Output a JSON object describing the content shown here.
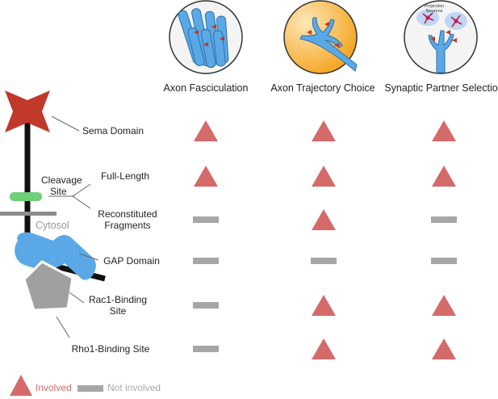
{
  "columns": [
    "Axon Fasciculation",
    "Axon Trajectory Choice",
    "Synaptic Partner Selection"
  ],
  "protein": {
    "cleavage_label": [
      "Cleavage",
      "Site"
    ],
    "cytosol_label": "Cytosol"
  },
  "rows": [
    {
      "label": [
        "Sema Domain"
      ],
      "marks": [
        "involved",
        "involved",
        "involved"
      ]
    },
    {
      "label": [
        "Full-Length"
      ],
      "marks": [
        "involved",
        "involved",
        "involved"
      ]
    },
    {
      "label": [
        "Reconstituted",
        "Fragments"
      ],
      "marks": [
        "not",
        "involved",
        "not"
      ]
    },
    {
      "label": [
        "GAP Domain"
      ],
      "marks": [
        "not",
        "not",
        "not"
      ]
    },
    {
      "label": [
        "Rac1-Binding",
        "Site"
      ],
      "marks": [
        "not",
        "involved",
        "involved"
      ]
    },
    {
      "label": [
        "Rho1-Binding Site"
      ],
      "marks": [
        "not",
        "involved",
        "involved"
      ]
    }
  ],
  "icon_text": {
    "projection_neurons": [
      "Projection",
      "Neurons"
    ]
  },
  "legend": {
    "involved": "Involved",
    "not_involved": "Not involved"
  },
  "colors": {
    "involved": "#d46a6a",
    "not_involved": "#a6a6a6",
    "axon": "#5aa9e6",
    "sema": "#c0392b",
    "cleavage": "#6fcf7a",
    "gap": "#5aa9e6",
    "pentagon": "#a0a0a0"
  }
}
